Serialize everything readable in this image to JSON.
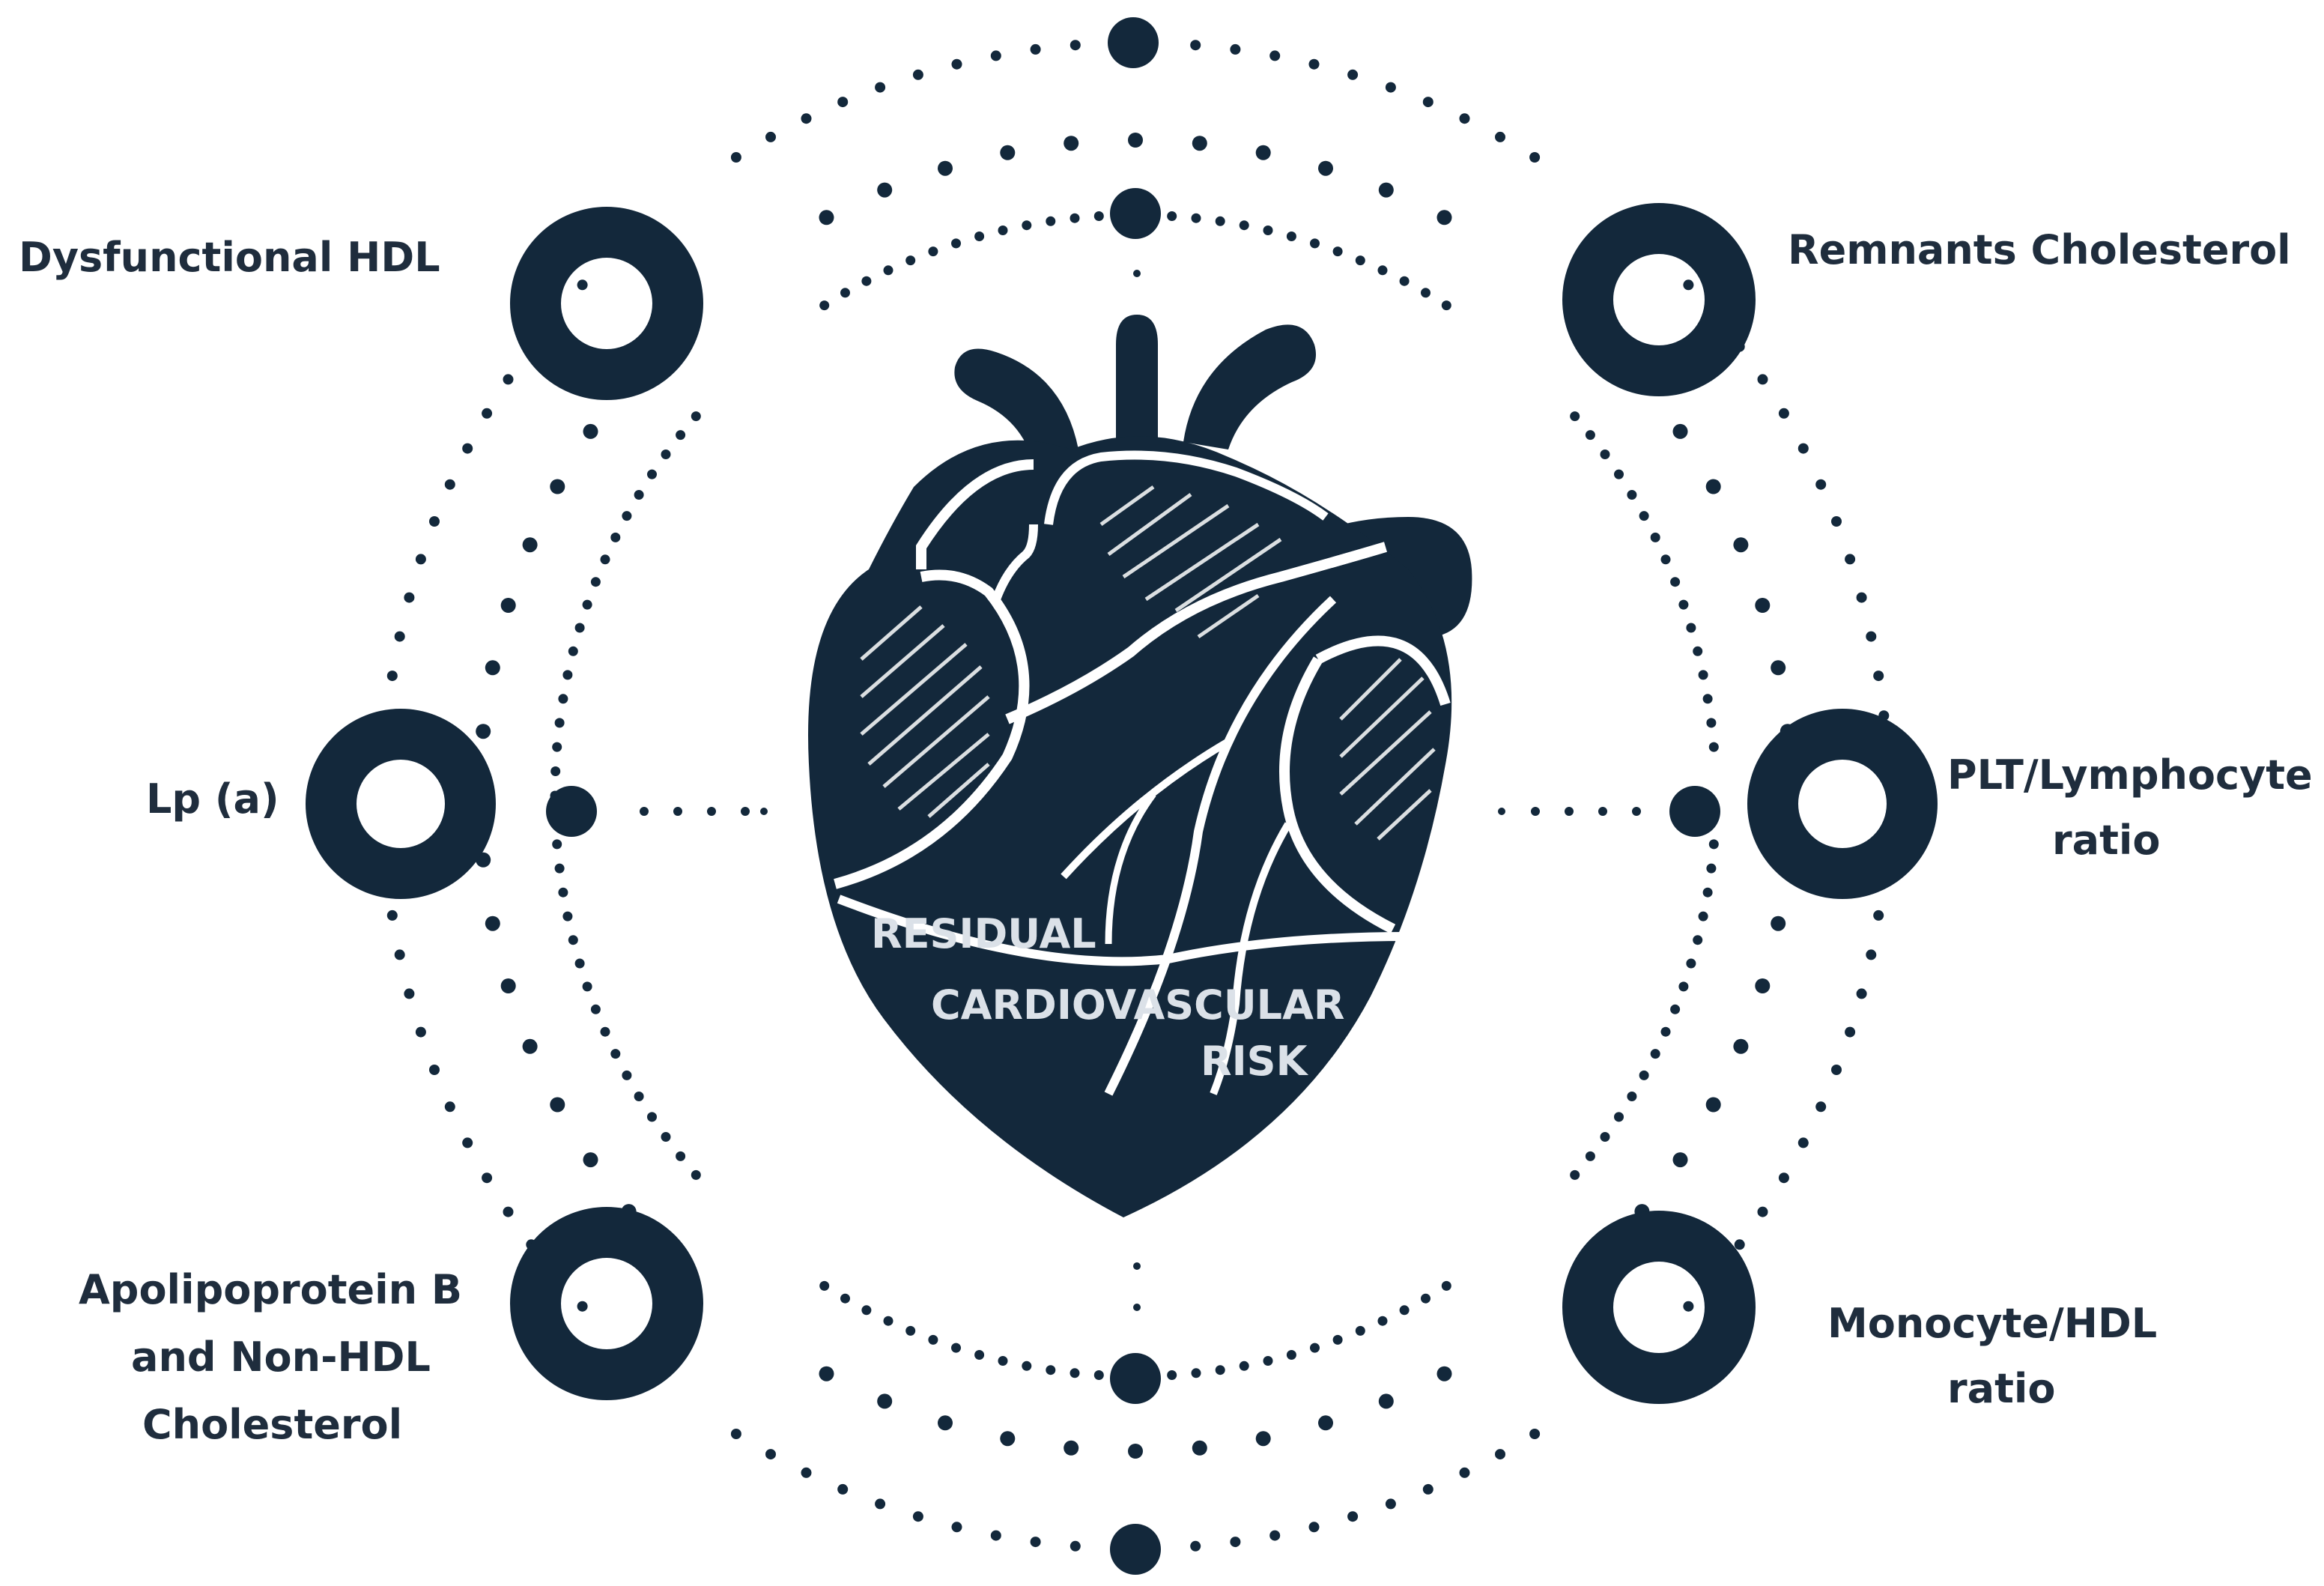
{
  "colors": {
    "primary": "#13283b",
    "background": "#ffffff",
    "label": "#1f2d3d",
    "center_text": "#dbe1e8"
  },
  "center": {
    "line1": "RESIDUAL",
    "line2": "CARDIOVASCULAR",
    "line3": "RISK",
    "icon": "heart-icon"
  },
  "factors": {
    "dysfunctional_hdl": "Dysfunctional HDL",
    "remnants_cholesterol": "Remnants Cholesterol",
    "lpa": "Lp (a)",
    "plt_line1": "PLT/Lymphocyte",
    "plt_line2": "ratio",
    "apob_line1": "Apolipoprotein B",
    "apob_line2": "and Non-HDL",
    "apob_line3": "Cholesterol",
    "mono_line1": "Monocyte/HDL",
    "mono_line2": "ratio"
  }
}
